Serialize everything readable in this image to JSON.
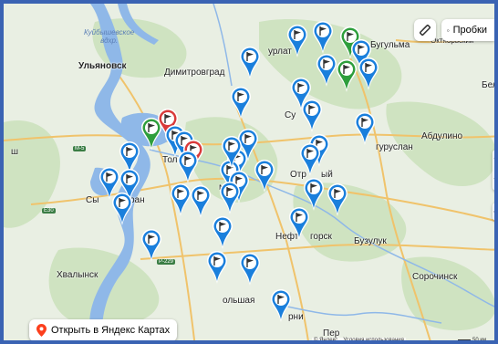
{
  "map": {
    "cities": [
      {
        "name": "Ульяновск"
      },
      {
        "name": "Димитровград"
      },
      {
        "name": "урлат"
      },
      {
        "name": "Бугульма"
      },
      {
        "name": "Октябрьский"
      },
      {
        "name": "Бел"
      },
      {
        "name": "Су"
      },
      {
        "name": "Абдулино"
      },
      {
        "name": "ш"
      },
      {
        "name": "Тол"
      },
      {
        "name": "гуруслан"
      },
      {
        "name": "Отр"
      },
      {
        "name": "ый"
      },
      {
        "name": "Сы"
      },
      {
        "name": "ран"
      },
      {
        "name": "Нефт"
      },
      {
        "name": "горск"
      },
      {
        "name": "Бузулук"
      },
      {
        "name": "Хвалынск"
      },
      {
        "name": "Сорочинск"
      },
      {
        "name": "ольшая"
      },
      {
        "name": "рни"
      },
      {
        "name": "Пер"
      },
      {
        "name": "мй"
      }
    ],
    "water_labels": [
      "Куйбышевское",
      "вдхр."
    ],
    "road_badges": [
      "М-5",
      "Е30",
      "Р-229"
    ],
    "colors": {
      "land": "#e9efe3",
      "forest": "#cfe3c1",
      "water": "#8fb8e8",
      "road": "#f0c36b",
      "marker_blue": "#1a7fdc",
      "marker_green": "#2e9e3c",
      "marker_red": "#d93a3a",
      "frame": "#3a63b3"
    },
    "markers": [
      {
        "icon": "flag-icon",
        "color": "blue"
      },
      {
        "icon": "flag-icon",
        "color": "blue"
      },
      {
        "icon": "flag-icon",
        "color": "green"
      },
      {
        "icon": "flag-icon",
        "color": "blue"
      },
      {
        "icon": "flag-icon",
        "color": "blue"
      },
      {
        "icon": "flag-icon",
        "color": "blue"
      },
      {
        "icon": "flag-icon",
        "color": "green"
      },
      {
        "icon": "flag-icon",
        "color": "blue"
      },
      {
        "icon": "flag-icon",
        "color": "blue"
      },
      {
        "icon": "flag-icon",
        "color": "blue"
      },
      {
        "icon": "flag-icon",
        "color": "blue"
      },
      {
        "icon": "flag-icon",
        "color": "red"
      },
      {
        "icon": "flag-icon",
        "color": "green"
      },
      {
        "icon": "flag-icon",
        "color": "blue"
      },
      {
        "icon": "flag-icon",
        "color": "blue"
      },
      {
        "icon": "flag-icon",
        "color": "red"
      },
      {
        "icon": "flag-icon",
        "color": "blue"
      },
      {
        "icon": "flag-icon",
        "color": "blue"
      },
      {
        "icon": "flag-icon",
        "color": "blue"
      },
      {
        "icon": "flag-icon",
        "color": "blue"
      },
      {
        "icon": "flag-icon",
        "color": "blue"
      },
      {
        "icon": "flag-icon",
        "color": "blue"
      },
      {
        "icon": "flag-icon",
        "color": "blue"
      },
      {
        "icon": "flag-icon",
        "color": "blue"
      },
      {
        "icon": "flag-icon",
        "color": "blue"
      },
      {
        "icon": "flag-icon",
        "color": "blue"
      },
      {
        "icon": "flag-icon",
        "color": "blue"
      },
      {
        "icon": "flag-icon",
        "color": "blue"
      },
      {
        "icon": "flag-icon",
        "color": "blue"
      },
      {
        "icon": "flag-icon",
        "color": "blue"
      },
      {
        "icon": "flag-icon",
        "color": "blue"
      },
      {
        "icon": "flag-icon",
        "color": "blue"
      },
      {
        "icon": "flag-icon",
        "color": "blue"
      },
      {
        "icon": "flag-icon",
        "color": "blue"
      },
      {
        "icon": "flag-icon",
        "color": "blue"
      },
      {
        "icon": "flag-icon",
        "color": "blue"
      },
      {
        "icon": "flag-icon",
        "color": "blue"
      },
      {
        "icon": "flag-icon",
        "color": "blue"
      },
      {
        "icon": "flag-icon",
        "color": "blue"
      },
      {
        "icon": "flag-icon",
        "color": "blue"
      },
      {
        "icon": "flag-icon",
        "color": "blue"
      }
    ]
  },
  "controls": {
    "ruler_icon": "ruler-icon",
    "traffic_label": "Пробки",
    "zoom_in": "+",
    "zoom_out": "−"
  },
  "open_button": {
    "label": "Открыть в Яндекс Картах",
    "icon": "map-pin-icon"
  },
  "footer": {
    "copyright": "© Яндекс",
    "terms": "Условия использования",
    "scale": "50 км"
  }
}
